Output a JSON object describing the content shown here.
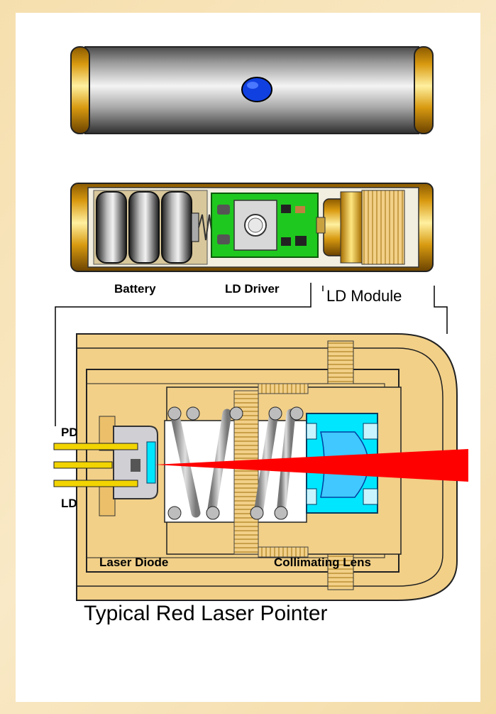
{
  "diagram": {
    "title": "Typical Red Laser Pointer",
    "labels": {
      "battery": "Battery",
      "ld_driver": "LD Driver",
      "ld_module": "LD Module",
      "pd": "PD",
      "ld": "LD",
      "laser_diode": "Laser Diode",
      "collimating_lens": "Collimating Lens"
    },
    "colors": {
      "background": "#f7e2b4",
      "brass": "#e8ad1c",
      "brass_light": "#f6dca0",
      "pcb": "#1fc81f",
      "laser_beam": "#ff0000",
      "lens": "#00e6ff",
      "button": "#1040e0"
    }
  }
}
